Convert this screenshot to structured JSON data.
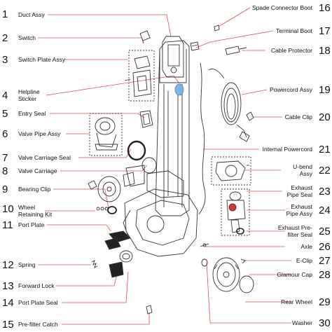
{
  "parts_left": [
    {
      "number": "1",
      "name": "Duct Assy"
    },
    {
      "number": "2",
      "name": "Switch"
    },
    {
      "number": "3",
      "name": "Switch Plate Assy"
    },
    {
      "number": "4",
      "name": "Helpline Sticker"
    },
    {
      "number": "5",
      "name": "Entry Seal"
    },
    {
      "number": "6",
      "name": "Valve Pipe Assy"
    },
    {
      "number": "7",
      "name": "Valve Carriage Seal"
    },
    {
      "number": "8",
      "name": "Valve Carriage"
    },
    {
      "number": "9",
      "name": "Bearing Clip"
    },
    {
      "number": "10",
      "name": "Wheel Retaining Kit"
    },
    {
      "number": "11",
      "name": "Port Plate"
    },
    {
      "number": "12",
      "name": "Spring"
    },
    {
      "number": "13",
      "name": "Forward Lock"
    },
    {
      "number": "14",
      "name": "Port Plate Seal"
    },
    {
      "number": "15",
      "name": "Pre-filter Catch"
    }
  ],
  "parts_right": [
    {
      "number": "16",
      "name": "Spade Connector Boot"
    },
    {
      "number": "17",
      "name": "Terminal Boot"
    },
    {
      "number": "18",
      "name": "Cable Protector"
    },
    {
      "number": "19",
      "name": "Powercord Assy"
    },
    {
      "number": "20",
      "name": "Cable Clip"
    },
    {
      "number": "21",
      "name": "Internal Powercord"
    },
    {
      "number": "22",
      "name": "U-bend Assy"
    },
    {
      "number": "23",
      "name": "Exhaust Pipe Seal"
    },
    {
      "number": "24",
      "name": "Exhaust Pipe Assy"
    },
    {
      "number": "25",
      "name": "Exhaust Pre-filter Seal"
    },
    {
      "number": "26",
      "name": "Axle"
    },
    {
      "number": "27",
      "name": "E-Clip"
    },
    {
      "number": "28",
      "name": "Glamour Cap"
    },
    {
      "number": "29",
      "name": "Rear Wheel"
    },
    {
      "number": "30",
      "name": "Washer"
    }
  ],
  "colors": {
    "leader_line": "#d9534f",
    "outline": "#333333",
    "sticker": "#7fb3e6"
  }
}
